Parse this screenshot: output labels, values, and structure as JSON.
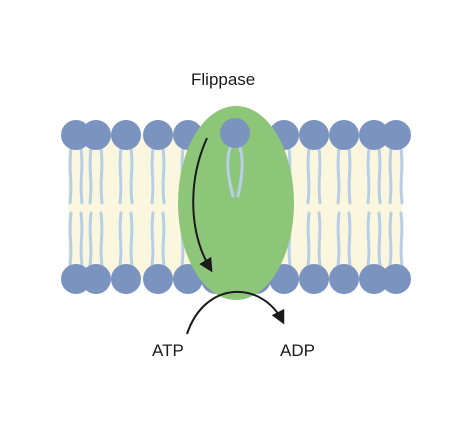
{
  "labels": {
    "protein": "Flippase",
    "reactant": "ATP",
    "product": "ADP"
  },
  "colors": {
    "membrane_interior": "#fbf7df",
    "lipid_head": "#7b93bf",
    "lipid_tail": "#b7cfe6",
    "protein": "#8ec679",
    "arrow": "#1a1a1a"
  },
  "membrane": {
    "upper_leaflet_lipid_count": 10,
    "lower_leaflet_lipid_count": 10
  }
}
